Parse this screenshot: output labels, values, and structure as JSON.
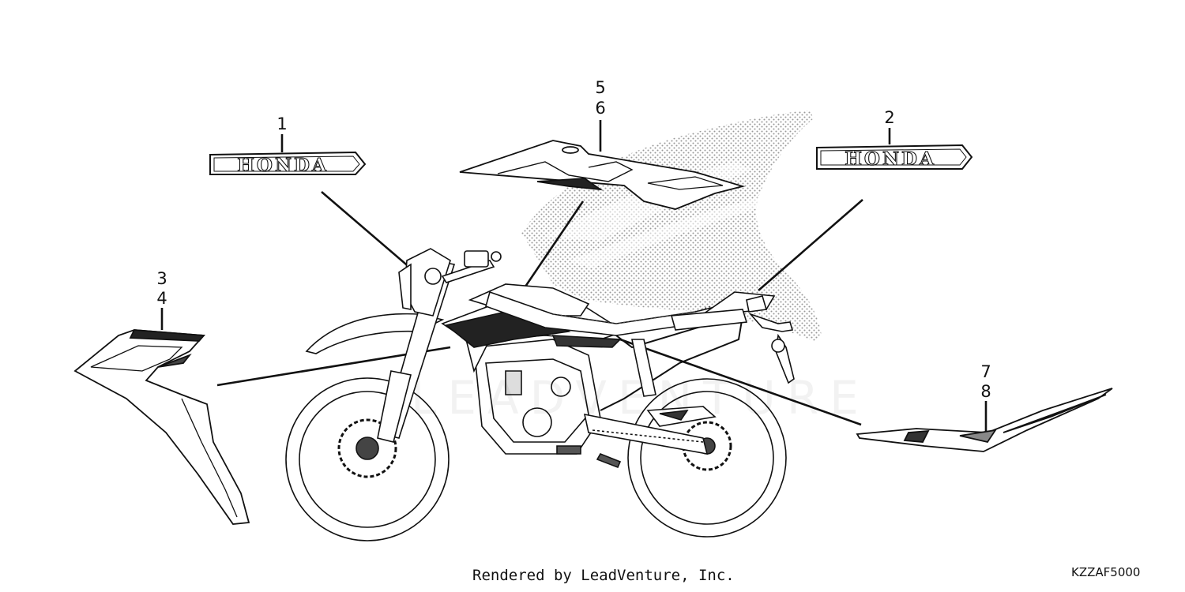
{
  "callouts": {
    "c1": "1",
    "c2": "2",
    "c3": "3",
    "c4": "4",
    "c5": "5",
    "c6": "6",
    "c7": "7",
    "c8": "8"
  },
  "emblem_text": "HONDA",
  "watermark_text": "LEADVENTURE",
  "footer_text": "Rendered by LeadVenture, Inc.",
  "diagram_code": "KZZAF5000",
  "colors": {
    "line": "#111111",
    "dot_pattern": "#9a9a9a",
    "background": "#ffffff"
  }
}
